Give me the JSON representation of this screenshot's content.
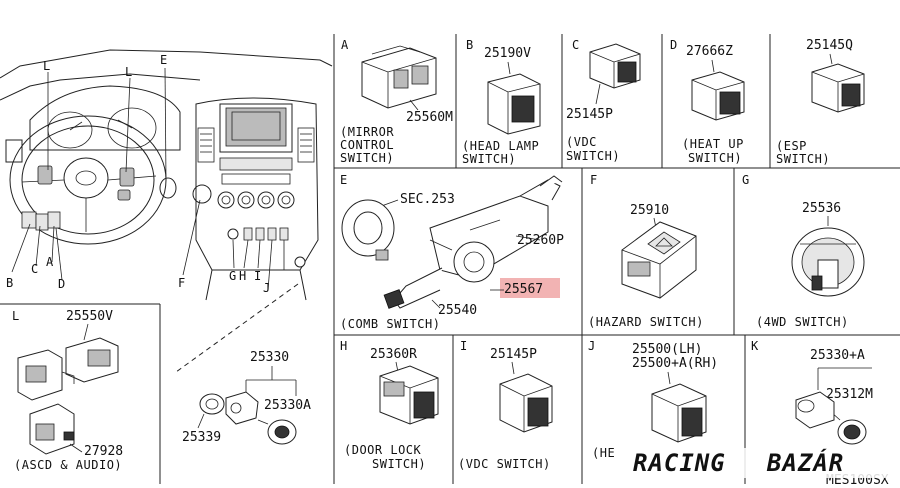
{
  "panels": {
    "A": {
      "letter": "A",
      "parts": [
        "25560M"
      ],
      "caption": [
        "(MIRROR",
        "CONTROL",
        "SWITCH)"
      ]
    },
    "B": {
      "letter": "B",
      "parts": [
        "25190V"
      ],
      "caption": [
        "(HEAD LAMP",
        "SWITCH)"
      ]
    },
    "C": {
      "letter": "C",
      "parts": [
        "25145P"
      ],
      "caption": [
        "(VDC",
        "SWITCH)"
      ]
    },
    "D": {
      "letter": "D",
      "parts": [
        "27666Z"
      ],
      "caption": [
        "(HEAT UP",
        "SWITCH)"
      ]
    },
    "Q": {
      "parts": [
        "25145Q"
      ],
      "caption": [
        "(ESP",
        "SWITCH)"
      ]
    },
    "E": {
      "letter": "E",
      "parts": [
        "SEC.253",
        "25260P",
        "25567",
        "25540"
      ],
      "caption": [
        "(COMB SWITCH)"
      ]
    },
    "F": {
      "letter": "F",
      "parts": [
        "25910"
      ],
      "caption": [
        "(HAZARD SWITCH)"
      ]
    },
    "G": {
      "letter": "G",
      "parts": [
        "25536"
      ],
      "caption": [
        "(4WD SWITCH)"
      ]
    },
    "H": {
      "letter": "H",
      "parts": [
        "25360R"
      ],
      "caption": [
        "(DOOR LOCK",
        "SWITCH)"
      ]
    },
    "I": {
      "letter": "I",
      "parts": [
        "25145P"
      ],
      "caption": [
        "(VDC SWITCH)"
      ]
    },
    "J": {
      "letter": "J",
      "parts": [
        "25500(LH)",
        "25500+A(RH)"
      ],
      "caption": [
        "(HE"
      ]
    },
    "K": {
      "letter": "K",
      "parts": [
        "25330+A",
        "25312M"
      ]
    },
    "L": {
      "letter": "L",
      "parts": [
        "25550V",
        "27928"
      ],
      "caption": [
        "(ASCD & AUDIO)"
      ]
    },
    "lighter": {
      "parts": [
        "25330",
        "25330A",
        "25339"
      ]
    }
  },
  "overview_labels": [
    "L",
    "L",
    "E",
    "B",
    "C",
    "A",
    "D",
    "F",
    "G",
    "H",
    "I",
    "J"
  ],
  "page_code": "MES100SX",
  "watermark": {
    "brand": "RACING BAZÁR",
    "word1": "RACING",
    "word2": "BAZÁR",
    "color_red": "#e00000",
    "color_black": "#111111"
  },
  "highlight_color": "#f2b3b3"
}
